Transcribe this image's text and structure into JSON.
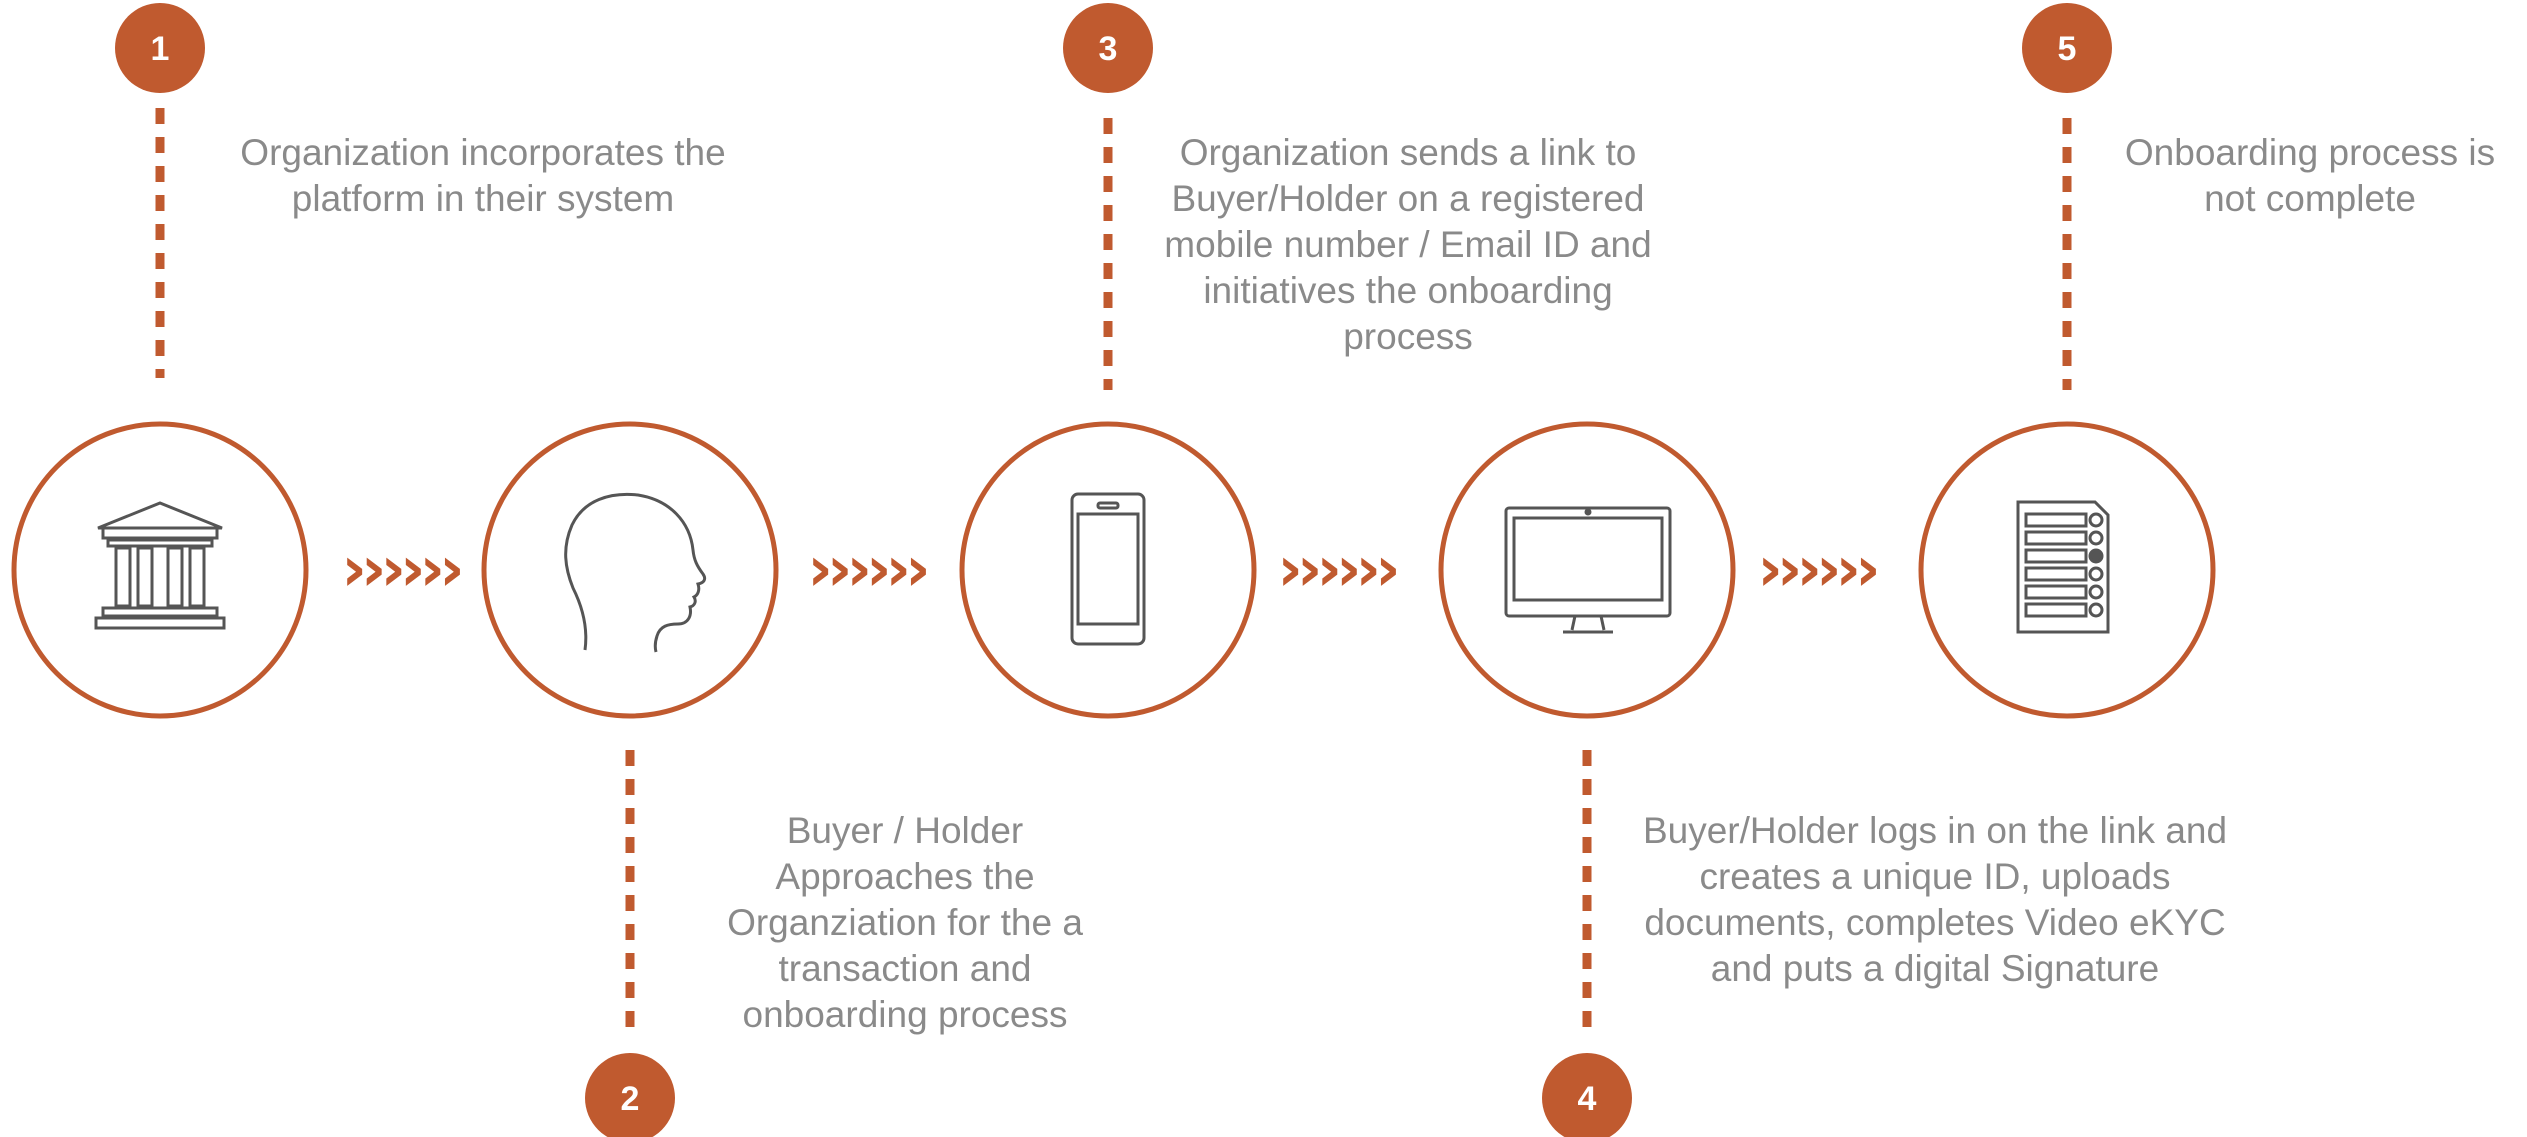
{
  "colors": {
    "accent": "#c05a2f",
    "text": "#8a8a8a",
    "icon": "#555555",
    "background": "#ffffff"
  },
  "steps": [
    {
      "number": "1",
      "icon": "bank-icon",
      "text_lines": [
        "Organization incorporates the",
        "platform in their system"
      ]
    },
    {
      "number": "2",
      "icon": "person-head-icon",
      "text_lines": [
        "Buyer / Holder",
        "Approaches the",
        "Organziation  for the a",
        "transaction and",
        "onboarding process"
      ]
    },
    {
      "number": "3",
      "icon": "mobile-phone-icon",
      "text_lines": [
        "Organization sends a link to",
        "Buyer/Holder on a registered",
        "mobile number / Email ID and",
        "initiatives the onboarding",
        "process"
      ]
    },
    {
      "number": "4",
      "icon": "desktop-monitor-icon",
      "text_lines": [
        "Buyer/Holder logs in on the link and",
        "creates a unique ID, uploads",
        "documents, completes Video eKYC",
        "and puts a digital Signature"
      ]
    },
    {
      "number": "5",
      "icon": "checklist-document-icon",
      "text_lines": [
        "Onboarding process is",
        "not complete"
      ]
    }
  ],
  "connector_glyph": "››››››"
}
